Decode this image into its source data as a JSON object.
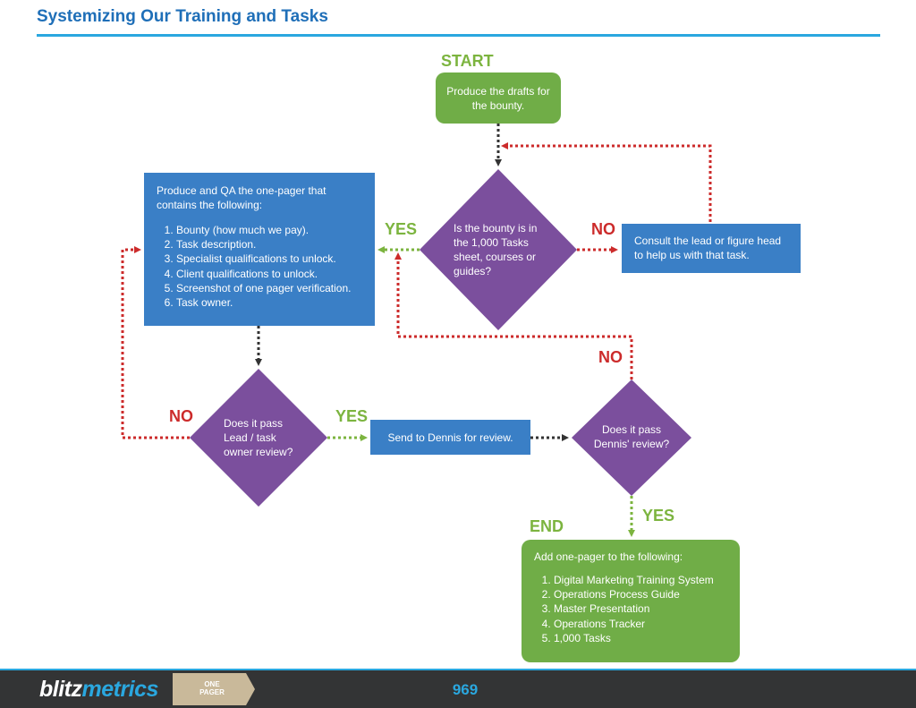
{
  "title": "Systemizing Our Training and Tasks",
  "colors": {
    "title": "#1f6fb8",
    "rule": "#2aa7df",
    "green_box": "#70ad47",
    "blue_box": "#3a7fc6",
    "diamond": "#7b4f9d",
    "yes_arrow": "#7cb43f",
    "no_arrow": "#cc2b2b",
    "flow_arrow": "#333333",
    "footer": "#333435"
  },
  "labels": {
    "start": "START",
    "end": "END",
    "yes": "YES",
    "no": "NO"
  },
  "nodes": {
    "start_box": "Produce the drafts for the bounty.",
    "produce_box": {
      "intro": "Produce and QA the one-pager that contains the following:",
      "items": [
        "Bounty (how much we pay).",
        "Task description.",
        "Specialist qualifications to unlock.",
        "Client qualifications to unlock.",
        "Screenshot of one pager verification.",
        "Task owner."
      ]
    },
    "bounty_decision": "Is the bounty is in the 1,000 Tasks sheet, courses or guides?",
    "consult_box": "Consult the lead or figure head to help us with that task.",
    "lead_decision": "Does it pass Lead / task owner review?",
    "dennis_box": "Send to Dennis for review.",
    "dennis_decision": "Does it pass Dennis' review?",
    "end_box": {
      "intro": "Add one-pager to the following:",
      "items": [
        "Digital Marketing Training System",
        "Operations Process Guide",
        "Master Presentation",
        "Operations Tracker",
        "1,000 Tasks"
      ]
    }
  },
  "footer": {
    "logo_part1": "blitz",
    "logo_part2": "metrics",
    "tag_line1": "ONE",
    "tag_line2": "PAGER",
    "page_number": "969"
  }
}
